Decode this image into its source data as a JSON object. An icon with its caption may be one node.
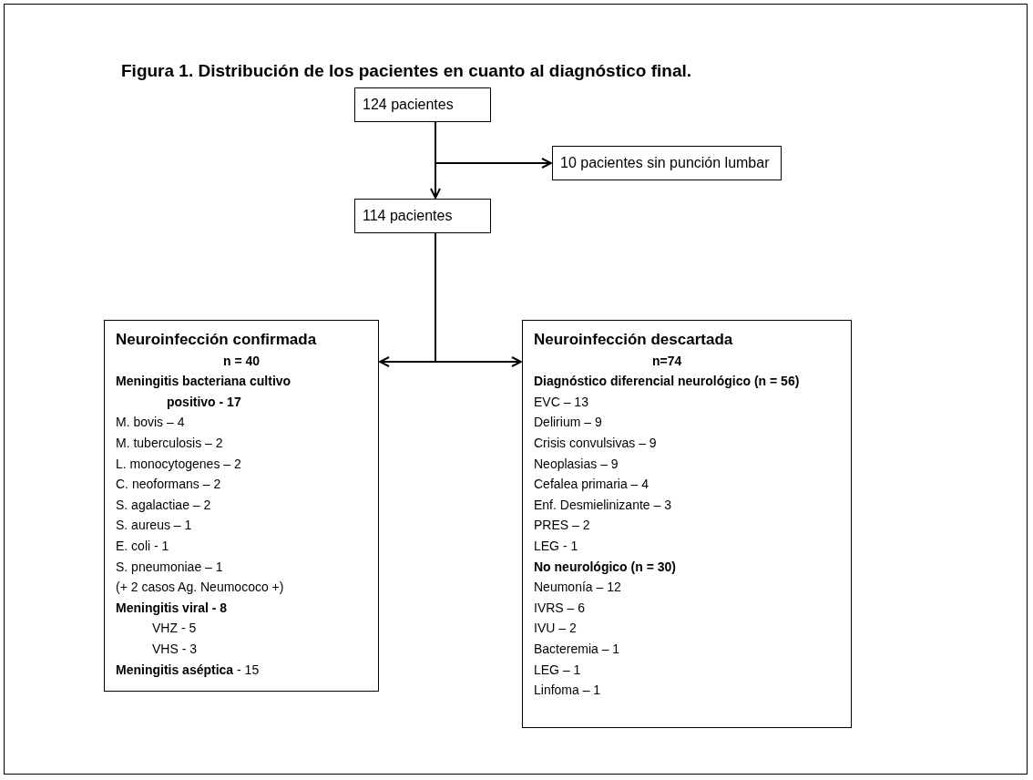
{
  "diagram": {
    "title": "Figura 1. Distribución de los pacientes en cuanto al diagnóstico final.",
    "nodes": [
      {
        "text": [
          "124 pacientes"
        ]
      },
      {
        "text": [
          "10 pacientes sin punción lumbar"
        ]
      },
      {
        "text": [
          "114 pacientes"
        ]
      },
      {
        "text": [
          "Neuroinfección confirmada",
          "n = 40",
          "Meningitis bacteriana cultivo positivo - 17",
          "M. bovis – 4",
          "M. tuberculosis – 2",
          "L. monocytogenes – 2",
          "C. neoformans – 2",
          "S. agalactiae – 2",
          "S. aureus – 1",
          "E. coli - 1",
          "S. pneumoniae – 1",
          "(+ 2 casos Ag. Neumococo +)",
          "Meningitis viral - 8",
          "VHZ - 5",
          "VHS - 3",
          "**Meningitis aséptica** - 15"
        ]
      },
      {
        "text": [
          "Neuroinfección descartada",
          "n=74",
          "Diagnóstico diferencial neurológico (n = 56)",
          "EVC – 13",
          "Delirium – 9",
          "Crisis convulsivas – 9",
          "Neoplasias – 9",
          "Cefalea primaria – 4",
          "Enf. Desmielinizante – 3",
          "PRES – 2",
          "LEG - 1",
          "No neurológico (n = 30)",
          "Neumonía – 12",
          "IVRS – 6",
          "IVU – 2",
          "Bacteremia – 1",
          "LEG – 1",
          "Linfoma – 1"
        ]
      }
    ],
    "edges": [
      {
        "from": 0,
        "to": 2,
        "arrow": "to"
      },
      {
        "from": 0,
        "to": 1,
        "arrow": "to"
      },
      {
        "from": 2,
        "to": 3,
        "arrow": "to"
      },
      {
        "from": 2,
        "to": 4,
        "arrow": "to"
      }
    ]
  }
}
